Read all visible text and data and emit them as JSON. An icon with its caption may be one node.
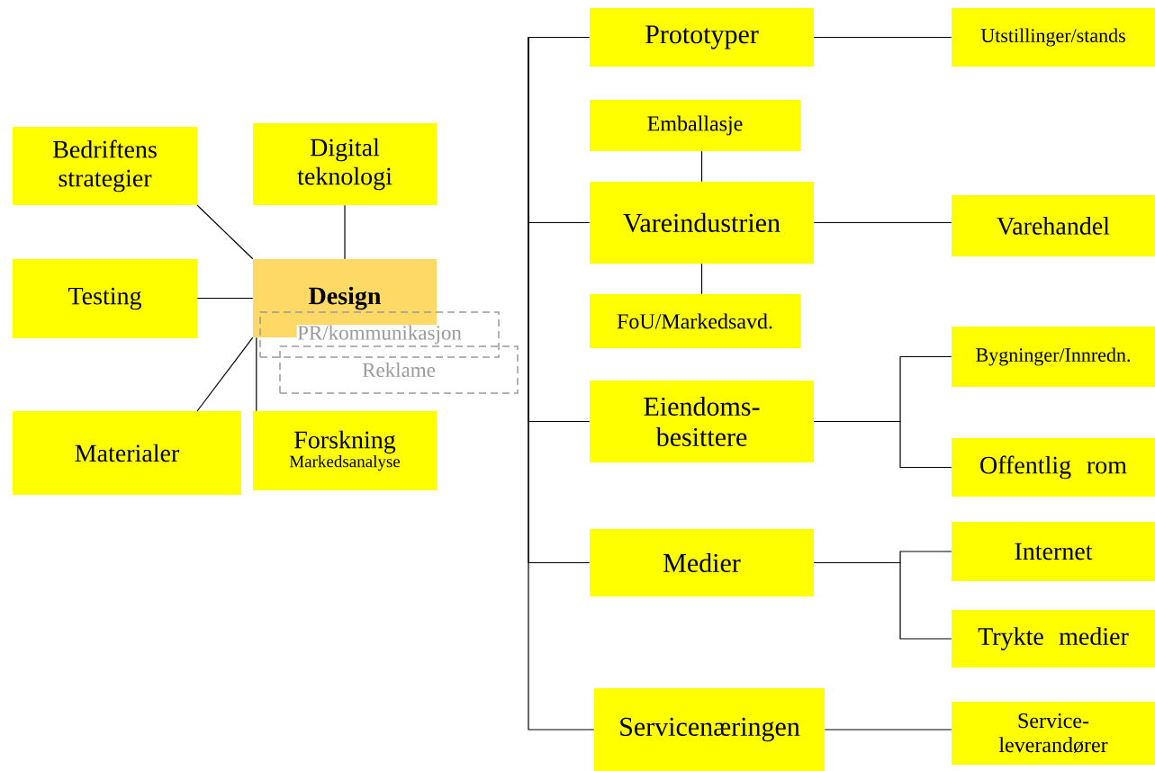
{
  "diagram": {
    "nodes": [
      {
        "text": [
          "Bedriftens strategier"
        ]
      },
      {
        "text": [
          "Digital teknologi"
        ]
      },
      {
        "text": [
          "Testing"
        ]
      },
      {
        "text": [
          "Design"
        ]
      },
      {
        "text": [
          "PR/kommunikasjon"
        ]
      },
      {
        "text": [
          "Reklame"
        ]
      },
      {
        "text": [
          "Materialer"
        ]
      },
      {
        "text": [
          "Forskning",
          "Markedsanalyse"
        ]
      },
      {
        "text": [
          "Prototyper"
        ]
      },
      {
        "text": [
          "Emballasje"
        ]
      },
      {
        "text": [
          "Vareindustrien"
        ]
      },
      {
        "text": [
          "FoU/Markedsavd."
        ]
      },
      {
        "text": [
          "Eiendoms-besittere"
        ]
      },
      {
        "text": [
          "Medier"
        ]
      },
      {
        "text": [
          "Servicenæringen"
        ]
      },
      {
        "text": [
          "Utstillinger/stands"
        ]
      },
      {
        "text": [
          "Varehandel"
        ]
      },
      {
        "text": [
          "Bygninger/Innredn."
        ]
      },
      {
        "text": [
          "Offentlig rom"
        ]
      },
      {
        "text": [
          "Internet"
        ]
      },
      {
        "text": [
          "Trykte medier"
        ]
      },
      {
        "text": [
          "Service-leverandører"
        ]
      }
    ],
    "edges": [
      {
        "from": 3,
        "to": 0,
        "arrow": "none"
      },
      {
        "from": 3,
        "to": 1,
        "arrow": "none"
      },
      {
        "from": 3,
        "to": 2,
        "arrow": "none"
      },
      {
        "from": 3,
        "to": 6,
        "arrow": "none"
      },
      {
        "from": 3,
        "to": 7,
        "arrow": "none"
      },
      {
        "from": null,
        "to": 8,
        "arrow": "none"
      },
      {
        "from": null,
        "to": 10,
        "arrow": "none"
      },
      {
        "from": null,
        "to": 12,
        "arrow": "none"
      },
      {
        "from": null,
        "to": 13,
        "arrow": "none"
      },
      {
        "from": null,
        "to": 14,
        "arrow": "none"
      },
      {
        "from": 10,
        "to": 9,
        "arrow": "none"
      },
      {
        "from": 10,
        "to": 11,
        "arrow": "none"
      },
      {
        "from": 8,
        "to": 15,
        "arrow": "none"
      },
      {
        "from": 10,
        "to": 16,
        "arrow": "none"
      },
      {
        "from": 12,
        "to": 17,
        "arrow": "none"
      },
      {
        "from": 12,
        "to": 18,
        "arrow": "none"
      },
      {
        "from": 13,
        "to": 19,
        "arrow": "none"
      },
      {
        "from": 13,
        "to": 20,
        "arrow": "none"
      },
      {
        "from": 14,
        "to": 21,
        "arrow": "none"
      }
    ]
  }
}
